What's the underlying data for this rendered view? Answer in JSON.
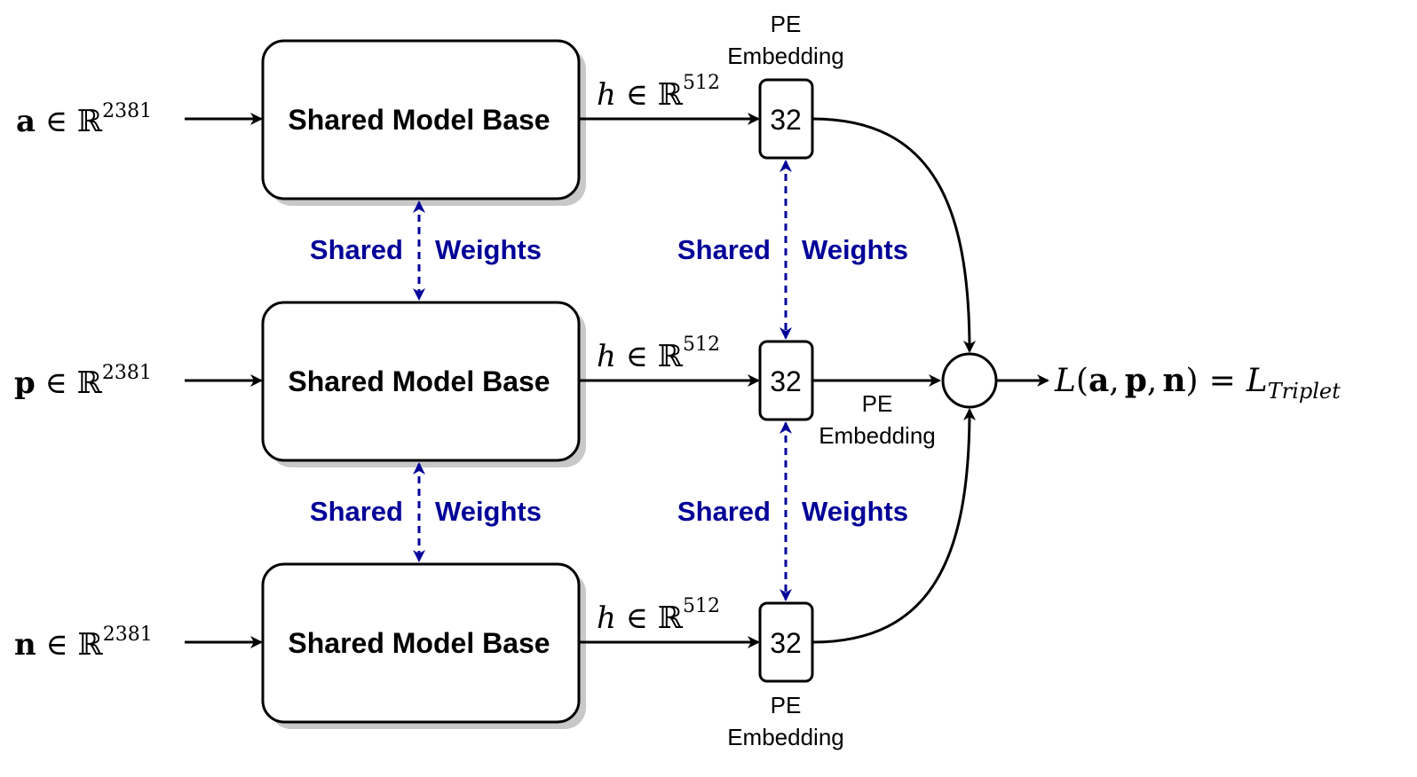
{
  "colors": {
    "line": "#000000",
    "box_fill": "#ffffff",
    "box_shadow": "#c8c8c8",
    "shared_weights": "#000099"
  },
  "model_boxes": [
    {
      "label": "Shared Model Base"
    },
    {
      "label": "Shared Model Base"
    },
    {
      "label": "Shared Model Base"
    }
  ],
  "inputs": [
    {
      "var": "a",
      "set": "ℝ",
      "exp": "2381"
    },
    {
      "var": "p",
      "set": "ℝ",
      "exp": "2381"
    },
    {
      "var": "n",
      "set": "ℝ",
      "exp": "2381"
    }
  ],
  "hidden": [
    {
      "var": "h",
      "rel": "∈",
      "set": "ℝ",
      "exp": "512"
    },
    {
      "var": "h",
      "rel": "∈",
      "set": "ℝ",
      "exp": "512"
    },
    {
      "var": "h",
      "rel": "∈",
      "set": "ℝ",
      "exp": "512"
    }
  ],
  "embeddings": [
    {
      "value": "32",
      "label_line1": "PE",
      "label_line2": "Embedding"
    },
    {
      "value": "32",
      "label_line1": "PE",
      "label_line2": "Embedding"
    },
    {
      "value": "32",
      "label_line1": "PE",
      "label_line2": "Embedding"
    }
  ],
  "shared_weights": [
    {
      "left": "Shared",
      "right": "Weights"
    },
    {
      "left": "Shared",
      "right": "Weights"
    },
    {
      "left": "Shared",
      "right": "Weights"
    },
    {
      "left": "Shared",
      "right": "Weights"
    }
  ],
  "loss": {
    "L": "L",
    "open": "(",
    "a": "a",
    "p": "p",
    "n": "n",
    "comma": ",",
    "close": ")",
    "eq": "=",
    "rhs": "L",
    "sub": "Triplet"
  }
}
